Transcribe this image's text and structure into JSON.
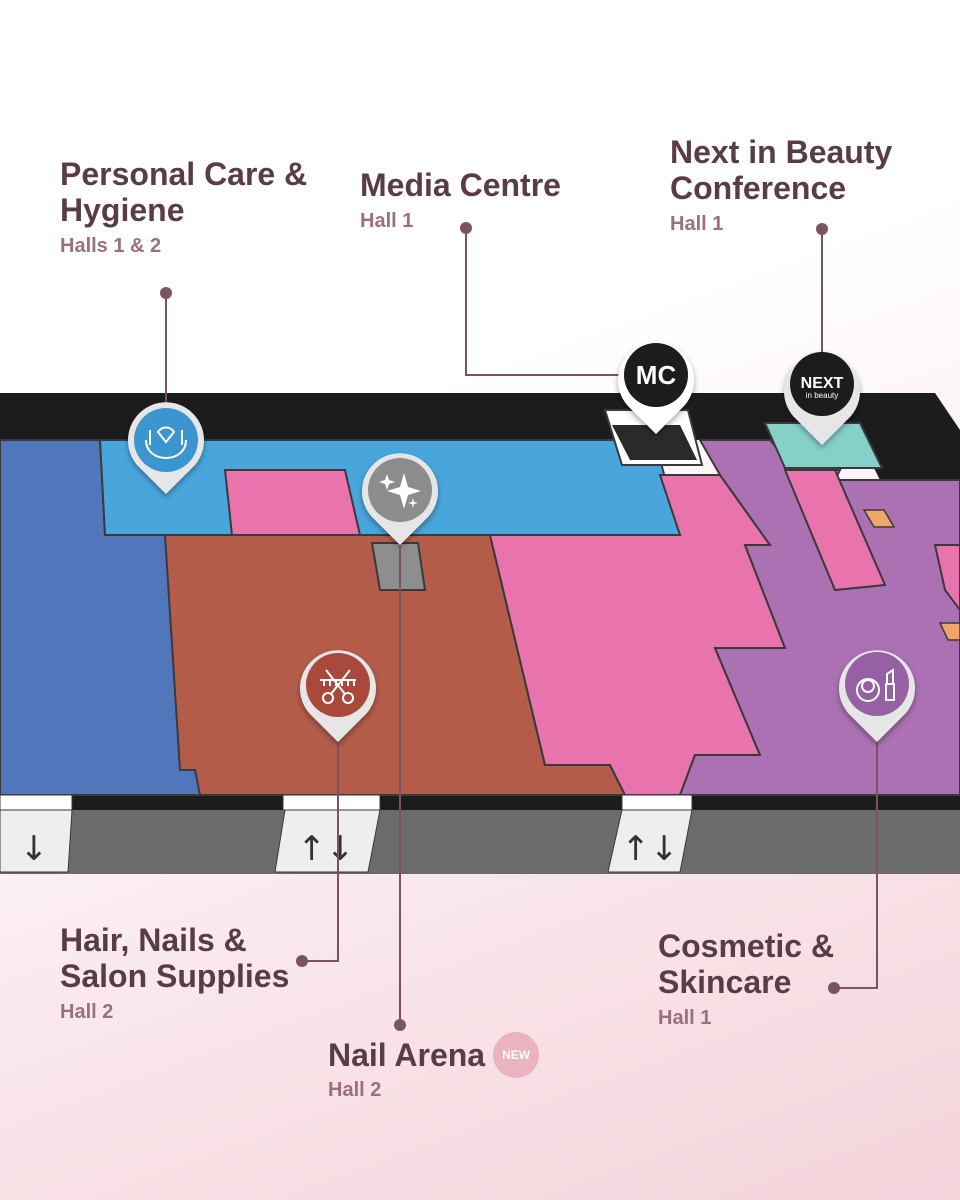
{
  "labels": {
    "personal_care": {
      "title_line1": "Personal Care &",
      "title_line2": "Hygiene",
      "sub": "Halls 1 & 2"
    },
    "media_centre": {
      "title": "Media Centre",
      "sub": "Hall 1"
    },
    "next_in_beauty": {
      "title_line1": "Next in Beauty",
      "title_line2": "Conference",
      "sub": "Hall 1"
    },
    "hair_nails": {
      "title_line1": "Hair, Nails &",
      "title_line2": "Salon Supplies",
      "sub": "Hall 2"
    },
    "nail_arena": {
      "title": "Nail Arena",
      "badge": "NEW",
      "sub": "Hall 2"
    },
    "cosmetic": {
      "title_line1": "Cosmetic &",
      "title_line2": "Skincare",
      "sub": "Hall 1"
    }
  },
  "pins": {
    "media_centre_text": "MC",
    "next_line1": "NEXT",
    "next_line2": "in beauty"
  },
  "stairs": {
    "down_only": "↓",
    "up_down": "↑↓"
  },
  "colors": {
    "text": "#5a3b49",
    "subtext": "#9a6f7f",
    "hall_blue_dark": "#5176bc",
    "hall_blue_light": "#48a6dc",
    "hall_red": "#b45c4a",
    "hall_pink": "#e973ad",
    "hall_purple": "#ab71b3",
    "hall_teal": "#85d1c9",
    "wall_dark": "#1c1c1c",
    "walkway_grey": "#6b6b6b"
  }
}
